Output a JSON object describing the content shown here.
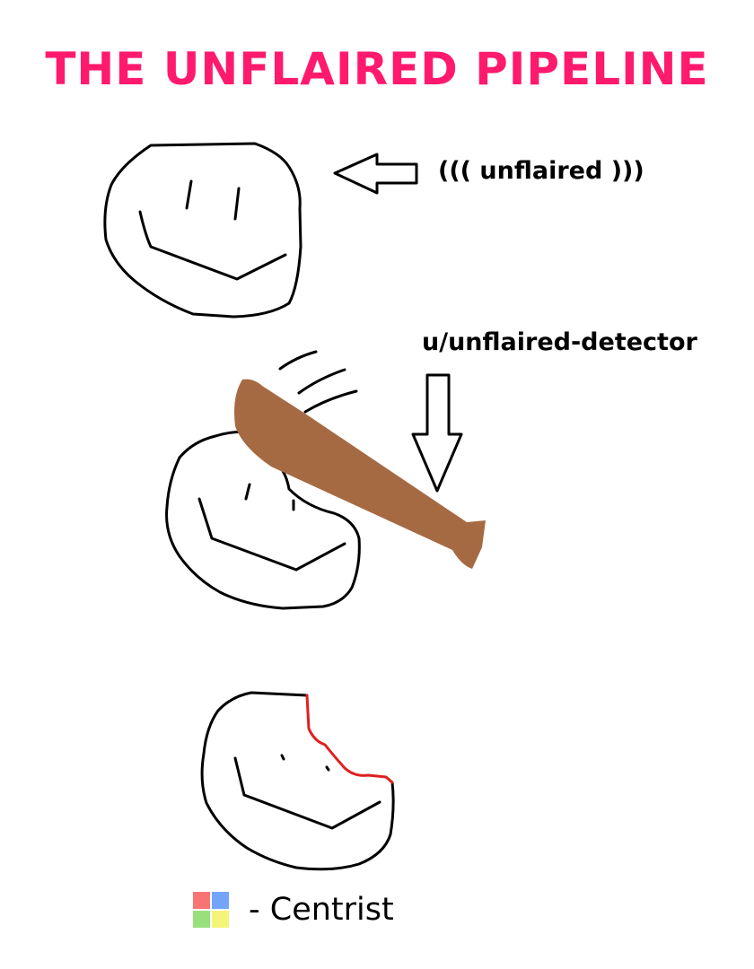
{
  "title": "THE UNFLAIRED PIPELINE",
  "labels": {
    "unflaired": "((( unflaired )))",
    "detector": "u/unflaired-detector"
  },
  "legend": {
    "text": "- Centrist",
    "swatch_colors": [
      "#f87474",
      "#74a4f8",
      "#98e07c",
      "#f4f478"
    ]
  },
  "colors": {
    "title": "#ff1a6e",
    "bat": "#a66a42",
    "wound": "#e02020",
    "outline": "#000000"
  }
}
